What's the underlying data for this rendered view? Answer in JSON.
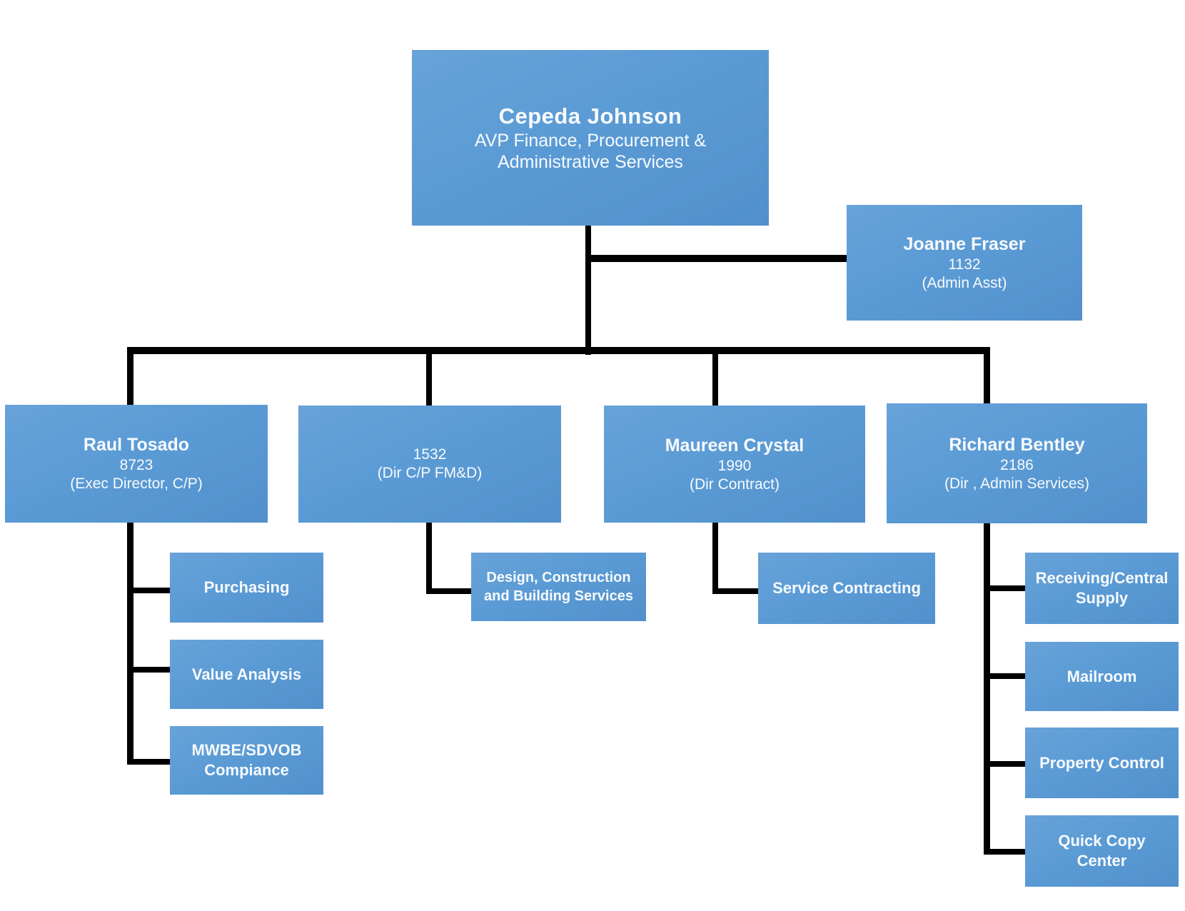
{
  "org_chart": {
    "root": {
      "name": "Cepeda Johnson",
      "subtitle_lines": [
        "AVP Finance, Procurement &",
        "Administrative Services"
      ]
    },
    "assistant": {
      "name": "Joanne Fraser",
      "id": "1132",
      "role": "(Admin Asst)"
    },
    "managers": [
      {
        "name": "Raul Tosado",
        "id": "8723",
        "role": "(Exec Director, C/P)",
        "children": [
          "Purchasing",
          "Value Analysis",
          "MWBE/SDVOB Compiance"
        ]
      },
      {
        "name": "",
        "id": "1532",
        "role": "(Dir C/P FM&D)",
        "children": [
          "Design, Construction and Building Services"
        ]
      },
      {
        "name": "Maureen Crystal",
        "id": "1990",
        "role": "(Dir Contract)",
        "children": [
          "Service Contracting"
        ]
      },
      {
        "name": "Richard Bentley",
        "id": "2186",
        "role": "(Dir , Admin Services)",
        "children": [
          "Receiving/Central Supply",
          "Mailroom",
          "Property Control",
          "Quick Copy Center"
        ]
      }
    ]
  },
  "colors": {
    "node_fill": "#5b9bd5",
    "connector": "#000000",
    "text": "#ffffff",
    "background": "#ffffff"
  }
}
